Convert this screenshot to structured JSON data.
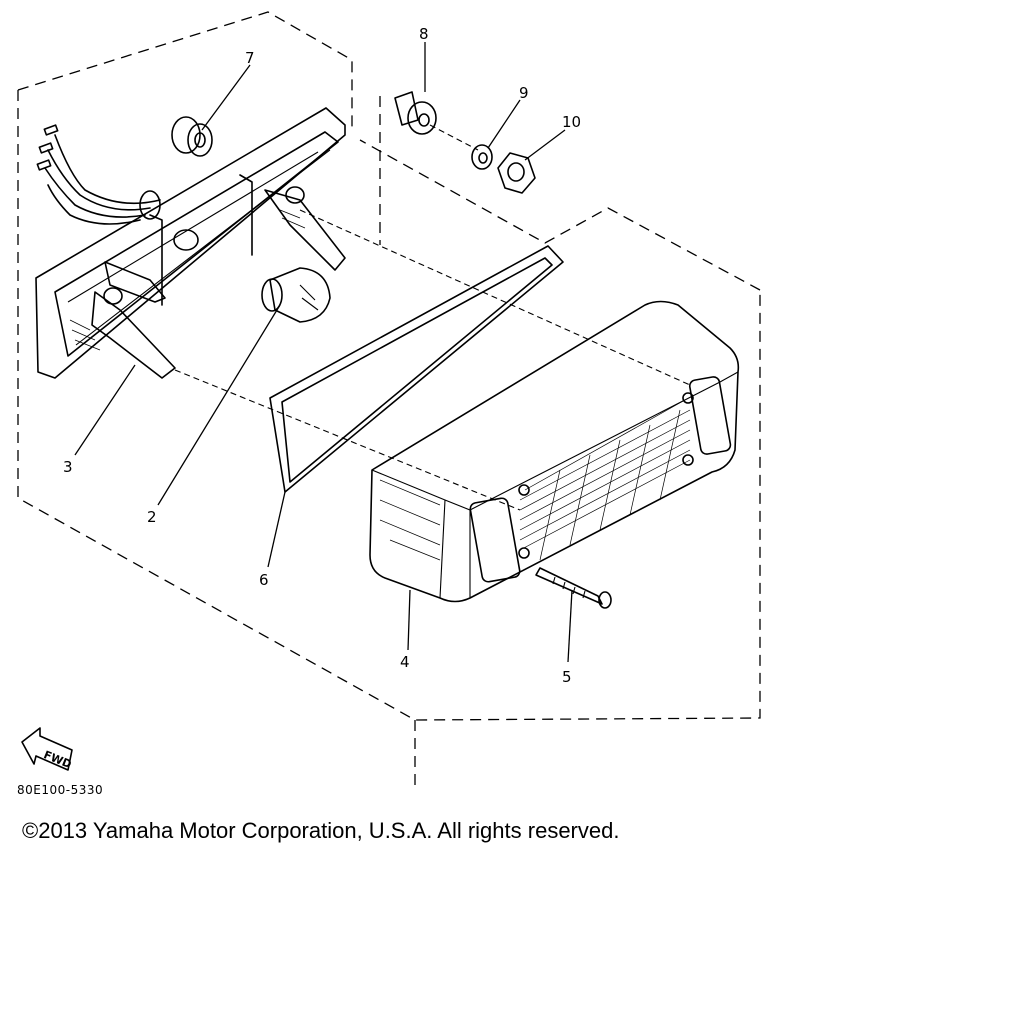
{
  "diagram": {
    "callouts": {
      "c1": "2",
      "c2": "3",
      "c3": "4",
      "c4": "5",
      "c5": "6",
      "c6": "7",
      "c7": "8",
      "c8": "9",
      "c9": "10"
    },
    "fwd_arrow_label": "FWD",
    "drawing_code": "80E100-5330"
  },
  "footer": {
    "copyright": "©2013 Yamaha Motor Corporation, U.S.A. All rights reserved."
  }
}
